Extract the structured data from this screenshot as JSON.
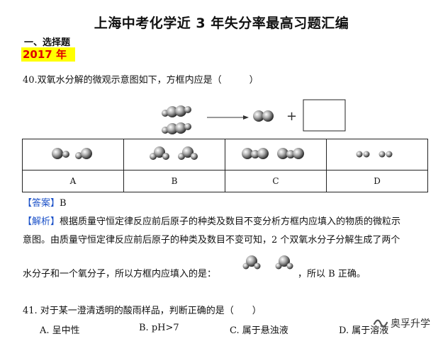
{
  "title": "上海中考化学近 3 年失分率最高习题汇编",
  "section": "一、选择题",
  "year": "2017 年",
  "q40": {
    "stem": "40.双氧水分解的微观示意图如下，方框内应是（　　　）",
    "reaction_plus": "+",
    "options": [
      "A",
      "B",
      "C",
      "D"
    ]
  },
  "answer": {
    "tag": "【答案】",
    "value": "B"
  },
  "analysis": {
    "tag": "【解析】",
    "line1": "根据质量守恒定律反应前后原子的种类及数目不变分析方框内应填入的物质的微粒示",
    "line2": "意图。由质量守恒定律反应前后原子的种类及数目不变可知，2 个双氧水分子分解生成了两个",
    "line3_start": "水分子和一个氧分子，所以方框内应填入的是：",
    "line3_end": "，所以 B 正确。"
  },
  "q41": {
    "stem": "41. 对于某一澄清透明的酸雨样品，判断正确的是（　　）",
    "options": [
      "A. 呈中性",
      "B. pH>7",
      "C. 属于悬浊液",
      "D. 属于溶液"
    ]
  },
  "watermark": {
    "text": "奥孚升学",
    "icon": "wechat-channel-icon"
  },
  "colors": {
    "year_bg": "#ffff00",
    "year_text": "#e00000",
    "label_blue": "#1a50c8"
  }
}
